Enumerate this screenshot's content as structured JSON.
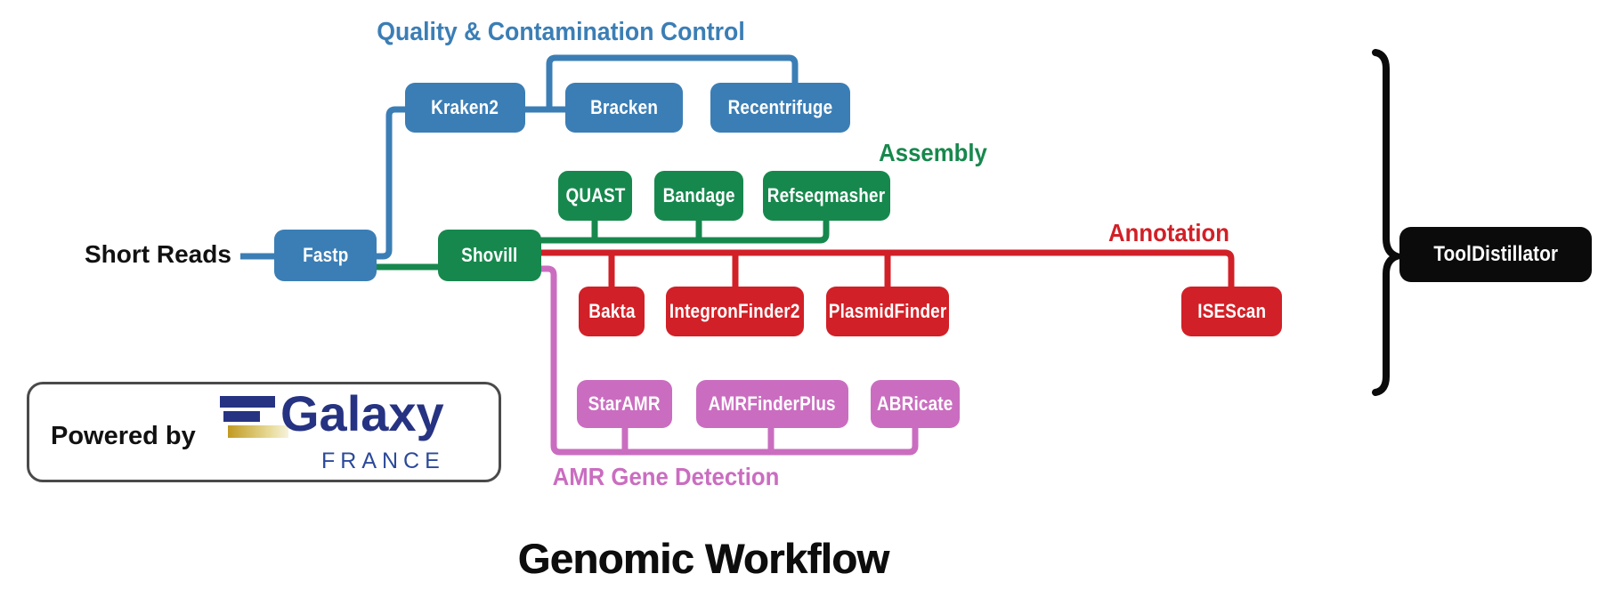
{
  "diagram_title": "Genomic Workflow",
  "input_label": "Short Reads",
  "nodes": {
    "fastp": "Fastp",
    "shovill": "Shovill",
    "aggregator": "ToolDistillator"
  },
  "sections": {
    "quality": {
      "heading": "Quality & Contamination Control",
      "color": "#3b7eb5",
      "tools": [
        "Kraken2",
        "Bracken",
        "Recentrifuge"
      ]
    },
    "assembly": {
      "heading": "Assembly",
      "color": "#17884d",
      "tools": [
        "QUAST",
        "Bandage",
        "Refseqmasher"
      ]
    },
    "annotation": {
      "heading": "Annotation",
      "color": "#d12027",
      "tools": [
        "Bakta",
        "IntegronFinder2",
        "PlasmidFinder",
        "ISEScan"
      ]
    },
    "amr": {
      "heading": "AMR Gene Detection",
      "color": "#ca6dc0",
      "tools": [
        "StarAMR",
        "AMRFinderPlus",
        "ABRicate"
      ]
    }
  },
  "edges": [
    [
      "Short Reads",
      "Fastp"
    ],
    [
      "Fastp",
      "Kraken2"
    ],
    [
      "Kraken2",
      "Bracken"
    ],
    [
      "Kraken2",
      "Recentrifuge"
    ],
    [
      "Fastp",
      "Shovill"
    ],
    [
      "Shovill",
      "QUAST"
    ],
    [
      "Shovill",
      "Bandage"
    ],
    [
      "Shovill",
      "Refseqmasher"
    ],
    [
      "Shovill",
      "Bakta"
    ],
    [
      "Shovill",
      "IntegronFinder2"
    ],
    [
      "Shovill",
      "PlasmidFinder"
    ],
    [
      "Shovill",
      "ISEScan"
    ],
    [
      "Shovill",
      "StarAMR"
    ],
    [
      "Shovill",
      "AMRFinderPlus"
    ],
    [
      "Shovill",
      "ABRicate"
    ],
    [
      "all-tool-outputs",
      "ToolDistillator"
    ]
  ],
  "logo": {
    "powered_by": "Powered by",
    "brand": "Galaxy",
    "region": "FRANCE"
  },
  "colors": {
    "quality_blue": "#3b7eb5",
    "assembly_green": "#17884d",
    "annotation_red": "#d12027",
    "amr_pink": "#ca6dc0",
    "aggregator_black": "#0b0b0b",
    "galaxy_navy": "#263382",
    "galaxy_gold": "#c19a22"
  }
}
